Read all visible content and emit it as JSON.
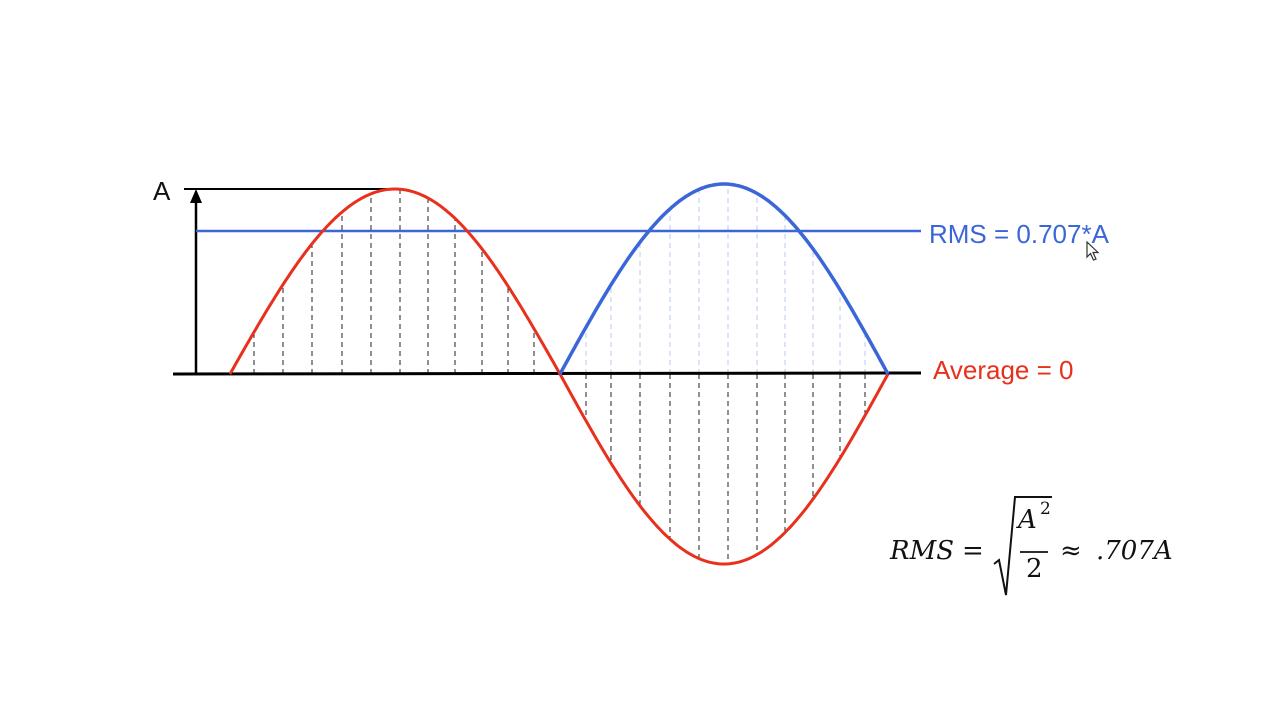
{
  "amplitude_label": "A",
  "rms_label": "RMS = 0.707*A",
  "average_label": "Average = 0",
  "formula": {
    "lhs": "RMS",
    "equals": "=",
    "numerator": "A",
    "exponent": "2",
    "denominator": "2",
    "approx": "≈",
    "rhs": ".707A"
  },
  "colors": {
    "sine": "#e8301c",
    "rectified": "#3a66d8",
    "rms_line": "#3a66d8",
    "axis": "#000000",
    "hatch": "#222222",
    "rms_text": "#3a66d8",
    "average_text": "#e8301c"
  },
  "icons": {
    "cursor": "mouse-pointer-icon"
  }
}
